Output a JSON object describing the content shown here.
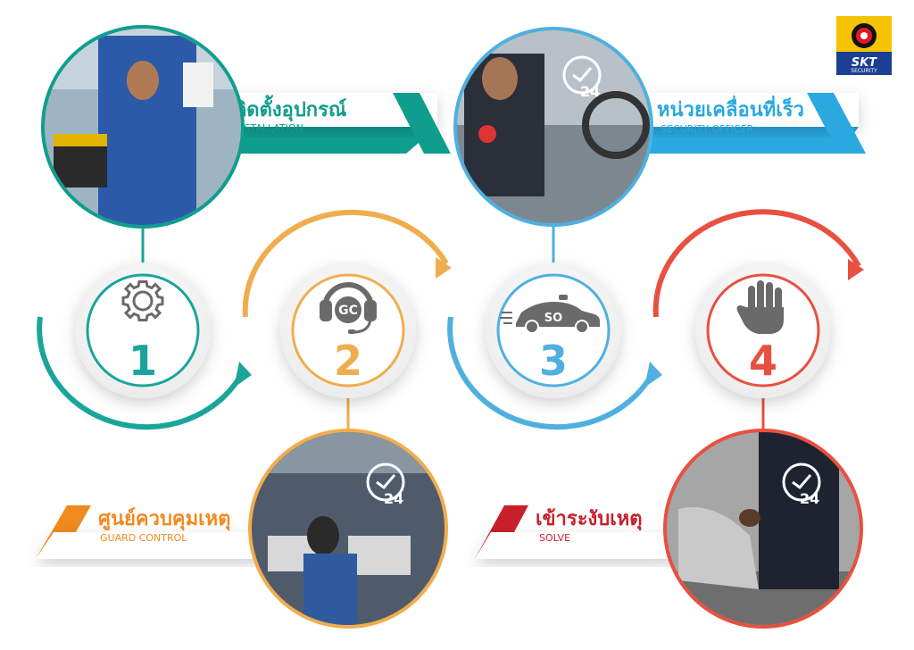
{
  "colors": {
    "step1": "#1aa59a",
    "step2": "#f0ad4e",
    "step3": "#4fb0e0",
    "step4": "#e8503f",
    "banner_teal": "#0f9e8e",
    "banner_blue": "#2aa8e0",
    "banner_orange": "#f08a1e",
    "banner_red": "#c8202b",
    "icon_gray": "#6a6a6a"
  },
  "logo": {
    "name": "SKT",
    "sub": "SECURITY"
  },
  "steps": [
    {
      "number": "1",
      "icon": "gear-icon"
    },
    {
      "number": "2",
      "icon": "headset-gc-icon",
      "icon_text": "GC"
    },
    {
      "number": "3",
      "icon": "patrol-car-icon",
      "icon_text": "SO"
    },
    {
      "number": "4",
      "icon": "stop-hand-icon"
    }
  ],
  "labels": {
    "installation": {
      "th": "ติดตั้งอุปกรณ์",
      "en": "INSTALLATION"
    },
    "security_officer": {
      "th": "หน่วยเคลื่อนที่เร็ว",
      "en": "SECURITY OFFICER"
    },
    "guard_control": {
      "th": "ศูนย์ควบคุมเหตุ",
      "en": "GUARD CONTROL"
    },
    "solve": {
      "th": "เข้าระงับเหตุ",
      "en": "SOLVE"
    }
  },
  "clock_badge": "24",
  "photos": {
    "installation": "technician-thumbs-up-photo",
    "security_officer": "officer-driving-photo",
    "guard_control": "control-room-operator-photo",
    "solve": "officer-restraining-person-photo"
  }
}
